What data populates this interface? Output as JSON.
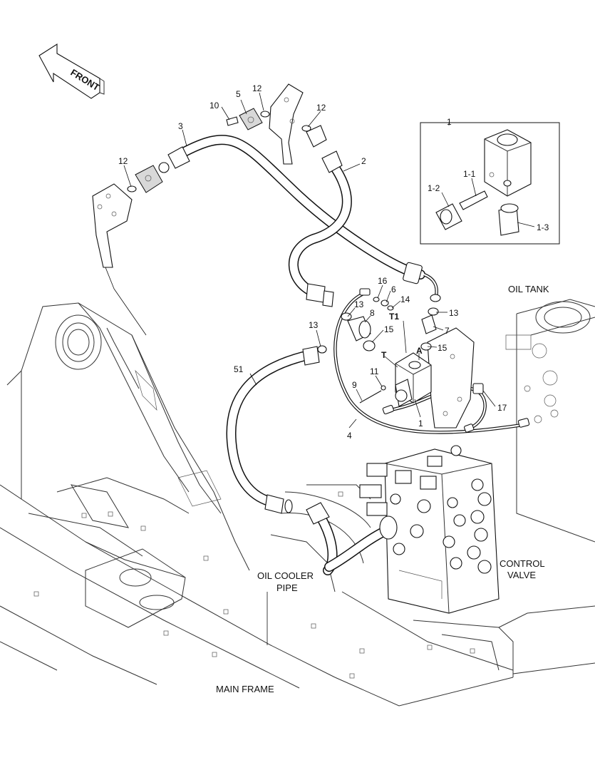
{
  "labels": {
    "front": "FRONT",
    "oil_tank": "OIL TANK",
    "control_valve_line1": "CONTROL",
    "control_valve_line2": "VALVE",
    "oil_cooler_pipe_line1": "OIL COOLER",
    "oil_cooler_pipe_line2": "PIPE",
    "main_frame": "MAIN FRAME"
  },
  "port_marks": {
    "t1": "T1",
    "t": "T",
    "a": "A"
  },
  "callouts": {
    "c1_inset": "1",
    "c1_1": "1-1",
    "c1_2": "1-2",
    "c1_3": "1-3",
    "c2": "2",
    "c3": "3",
    "c5": "5",
    "c10": "10",
    "c12_a": "12",
    "c12_b": "12",
    "c12_c": "12",
    "c16": "16",
    "c6": "6",
    "c14": "14",
    "c13_a": "13",
    "c13_b": "13",
    "c13_c": "13",
    "c8": "8",
    "c15_a": "15",
    "c15_b": "15",
    "c7": "7",
    "c11": "11",
    "c9": "9",
    "c51": "51",
    "c4": "4",
    "c1_main": "1",
    "c17": "17"
  }
}
